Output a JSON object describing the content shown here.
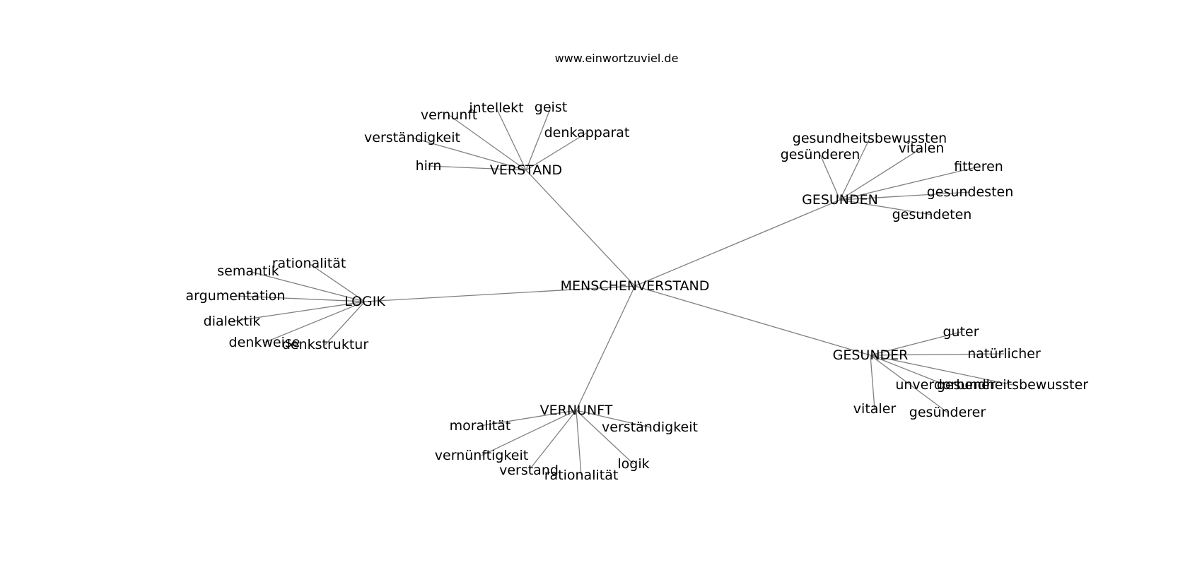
{
  "title": "www.einwortzuviel.de",
  "style": {
    "edge_color": "#808080",
    "text_color": "#000000",
    "background": "#ffffff"
  },
  "graph": {
    "root": "MENSCHENVERSTAND",
    "nodes": [
      "MENSCHENVERSTAND",
      "VERSTAND",
      "hirn",
      "verständigkeit",
      "vernunft",
      "intellekt",
      "geist",
      "denkapparat",
      "GESUNDEN",
      "gesünderen",
      "gesundheitsbewussten",
      "vitalen",
      "fitteren",
      "gesundesten",
      "gesundeten",
      "LOGIK",
      "rationalität",
      "semantik",
      "argumentation",
      "dialektik",
      "denkweise",
      "denkstruktur",
      "GESUNDER",
      "guter",
      "natürlicher",
      "unverdorbener",
      "gesundheitsbewusster",
      "vitaler",
      "gesünderer",
      "VERNUNFT",
      "moralität",
      "vernünftigkeit",
      "verstand",
      "rationalität",
      "logik",
      "verständigkeit"
    ],
    "edges": [
      [
        "MENSCHENVERSTAND",
        "VERSTAND"
      ],
      [
        "MENSCHENVERSTAND",
        "GESUNDEN"
      ],
      [
        "MENSCHENVERSTAND",
        "LOGIK"
      ],
      [
        "MENSCHENVERSTAND",
        "GESUNDER"
      ],
      [
        "MENSCHENVERSTAND",
        "VERNUNFT"
      ],
      [
        "VERSTAND",
        "hirn"
      ],
      [
        "VERSTAND",
        "verständigkeit"
      ],
      [
        "VERSTAND",
        "vernunft"
      ],
      [
        "VERSTAND",
        "intellekt"
      ],
      [
        "VERSTAND",
        "geist"
      ],
      [
        "VERSTAND",
        "denkapparat"
      ],
      [
        "GESUNDEN",
        "gesünderen"
      ],
      [
        "GESUNDEN",
        "gesundheitsbewussten"
      ],
      [
        "GESUNDEN",
        "vitalen"
      ],
      [
        "GESUNDEN",
        "fitteren"
      ],
      [
        "GESUNDEN",
        "gesundesten"
      ],
      [
        "GESUNDEN",
        "gesundeten"
      ],
      [
        "LOGIK",
        "rationalität"
      ],
      [
        "LOGIK",
        "semantik"
      ],
      [
        "LOGIK",
        "argumentation"
      ],
      [
        "LOGIK",
        "dialektik"
      ],
      [
        "LOGIK",
        "denkweise"
      ],
      [
        "LOGIK",
        "denkstruktur"
      ],
      [
        "GESUNDER",
        "guter"
      ],
      [
        "GESUNDER",
        "natürlicher"
      ],
      [
        "GESUNDER",
        "unverdorbener"
      ],
      [
        "GESUNDER",
        "gesundheitsbewusster"
      ],
      [
        "GESUNDER",
        "vitaler"
      ],
      [
        "GESUNDER",
        "gesünderer"
      ],
      [
        "VERNUNFT",
        "moralität"
      ],
      [
        "VERNUNFT",
        "vernünftigkeit"
      ],
      [
        "VERNUNFT",
        "verstand"
      ],
      [
        "VERNUNFT",
        "rationalität"
      ],
      [
        "VERNUNFT",
        "logik"
      ],
      [
        "VERNUNFT",
        "verständigkeit"
      ]
    ]
  }
}
